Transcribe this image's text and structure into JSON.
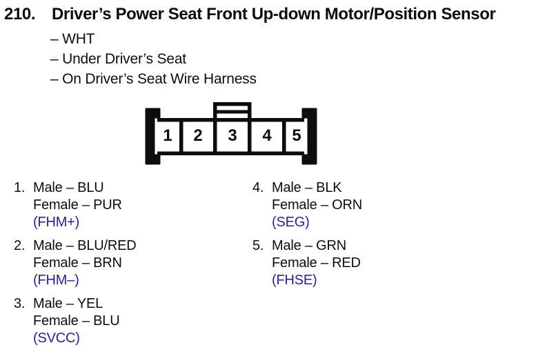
{
  "page": {
    "item_number": "210.",
    "title": "Driver’s Power Seat Front Up-down Motor/Position Sensor",
    "attributes": [
      "– WHT",
      "– Under Driver’s Seat",
      "– On Driver’s Seat Wire Harness"
    ]
  },
  "connector": {
    "description": "5-cavity connector, front view, lock tab above cavity 3",
    "pins": [
      "1",
      "2",
      "3",
      "4",
      "5"
    ]
  },
  "pinout": {
    "left_column": [
      {
        "number": "1.",
        "male": "Male – BLU",
        "female": "Female – PUR",
        "code": "(FHM+)"
      },
      {
        "number": "2.",
        "male": "Male – BLU/RED",
        "female": "Female – BRN",
        "code": "(FHM–)"
      },
      {
        "number": "3.",
        "male": "Male – YEL",
        "female": "Female – BLU",
        "code": "(SVCC)"
      }
    ],
    "right_column": [
      {
        "number": "4.",
        "male": "Male – BLK",
        "female": "Female – ORN",
        "code": "(SEG)"
      },
      {
        "number": "5.",
        "male": "Male – GRN",
        "female": "Female – RED",
        "code": "(FHSE)"
      }
    ]
  },
  "colors": {
    "ink": "#0d0d0d",
    "code_blue": "#2222b2",
    "background": "#ffffff"
  }
}
